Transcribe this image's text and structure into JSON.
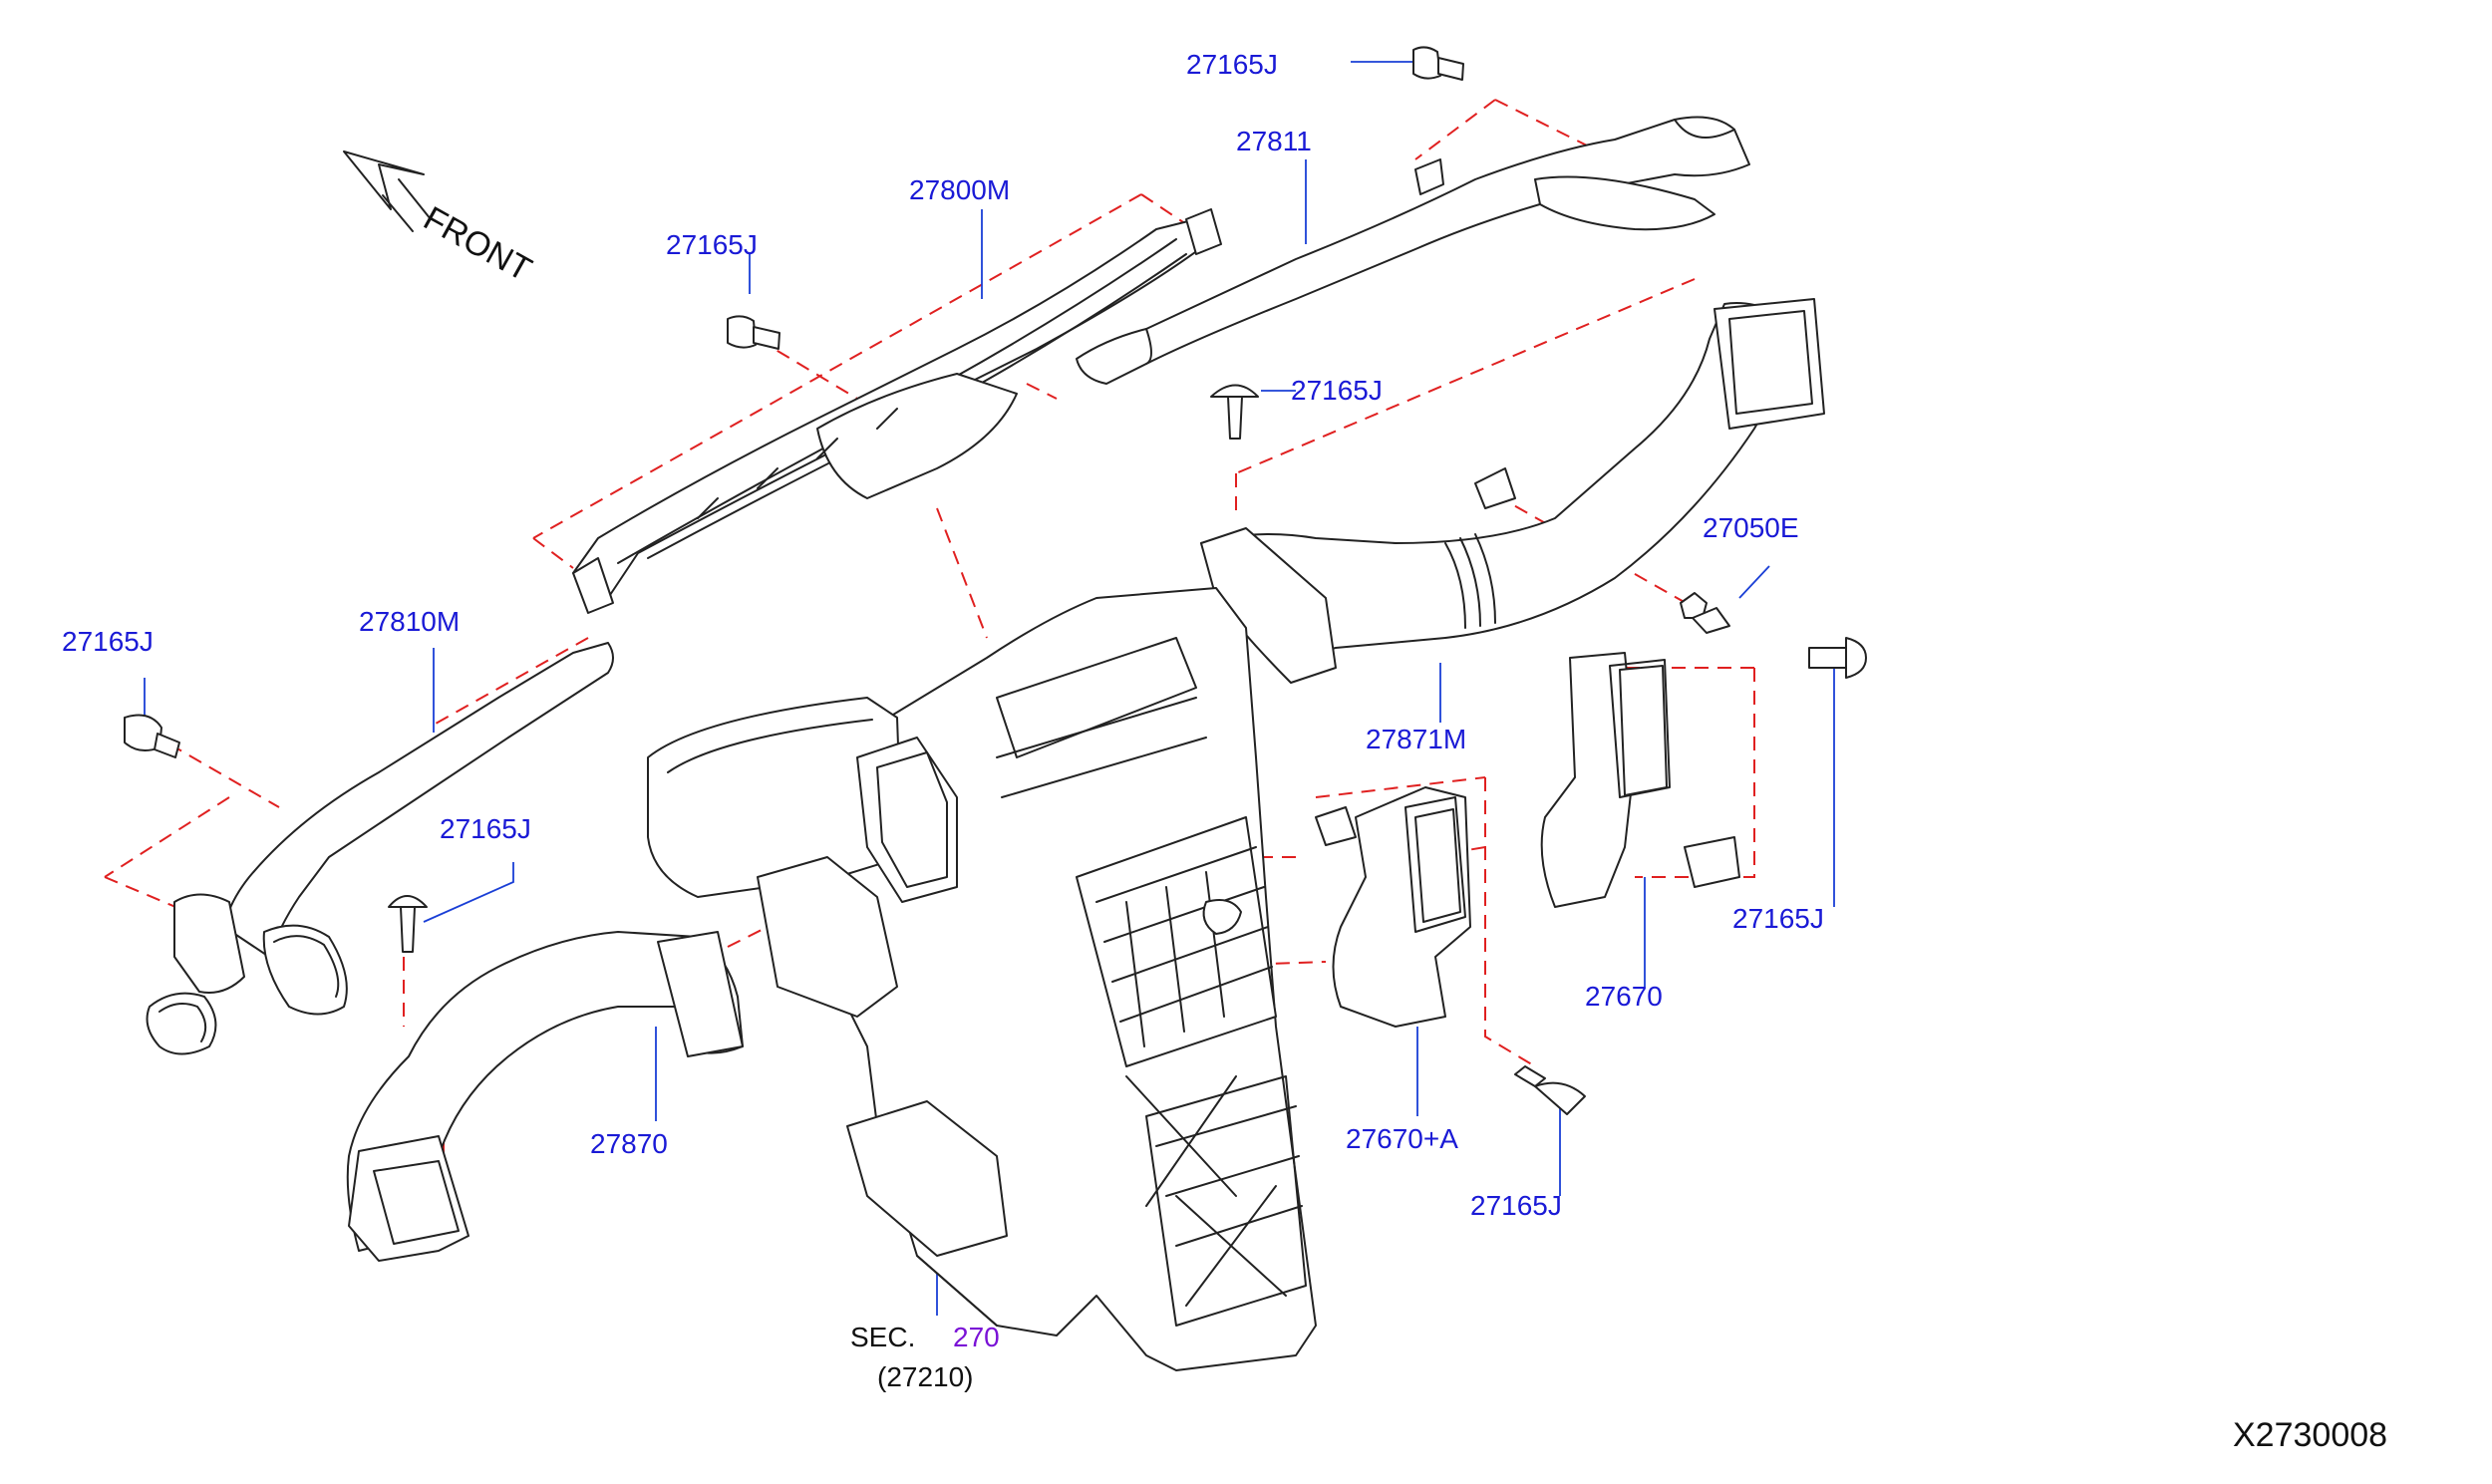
{
  "diagram": {
    "front_label": "FRONT",
    "diagram_id": "X2730008",
    "section_ref": {
      "prefix": "SEC.",
      "number": "270",
      "part": "(27210)"
    },
    "colors": {
      "part_label": "#1a1ad6",
      "section_number": "#7a12d6",
      "guide_line": "#e02020",
      "leader": "#1a3fd6",
      "ink": "#222222"
    },
    "callouts": [
      {
        "id": "c1",
        "text": "27165J"
      },
      {
        "id": "c2",
        "text": "27811"
      },
      {
        "id": "c3",
        "text": "27800M"
      },
      {
        "id": "c4",
        "text": "27165J"
      },
      {
        "id": "c5",
        "text": "27165J"
      },
      {
        "id": "c6",
        "text": "27050E"
      },
      {
        "id": "c7",
        "text": "27165J"
      },
      {
        "id": "c8",
        "text": "27810M"
      },
      {
        "id": "c9",
        "text": "27165J"
      },
      {
        "id": "c10",
        "text": "27871M"
      },
      {
        "id": "c11",
        "text": "27165J"
      },
      {
        "id": "c12",
        "text": "27670"
      },
      {
        "id": "c13",
        "text": "27870"
      },
      {
        "id": "c14",
        "text": "27670+A"
      },
      {
        "id": "c15",
        "text": "27165J"
      }
    ]
  }
}
